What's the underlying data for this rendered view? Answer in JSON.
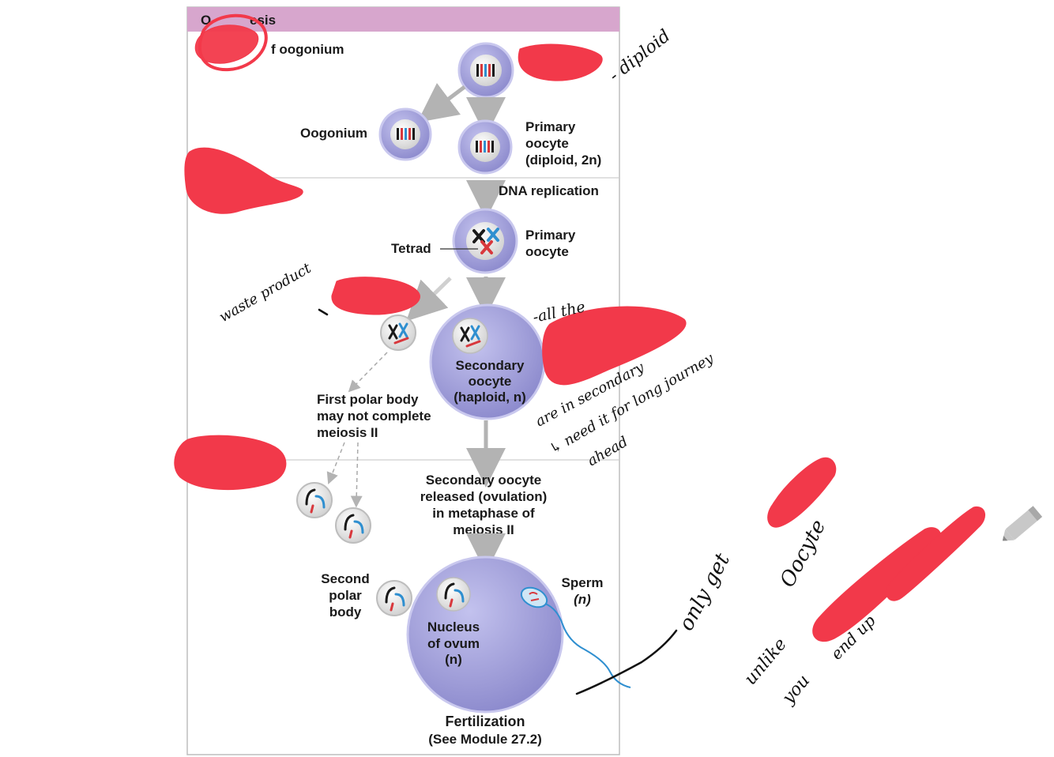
{
  "header": {
    "title_fragment": "esis",
    "title_prefix": "O"
  },
  "labels": {
    "oogonium_mitosis": "f oogonium",
    "oogonium": "Oogonium",
    "primary_oocyte_1": "Primary",
    "primary_oocyte_2": "oocyte",
    "primary_oocyte_3": "(diploid, 2n)",
    "dna_replication": "DNA replication",
    "tetrad": "Tetrad",
    "primary_oocyte_b1": "Primary",
    "primary_oocyte_b2": "oocyte",
    "secondary_oocyte_1": "Secondary",
    "secondary_oocyte_2": "oocyte",
    "secondary_oocyte_3": "(haploid, n)",
    "first_polar_1": "First polar body",
    "first_polar_2": "may not complete",
    "first_polar_3": "meiosis II",
    "released_1": "Secondary oocyte",
    "released_2": "released (ovulation)",
    "released_3": "in metaphase of",
    "released_4": "meiosis II",
    "second_polar_1": "Second",
    "second_polar_2": "polar",
    "second_polar_3": "body",
    "sperm_1": "Sperm",
    "sperm_2": "(n)",
    "nucleus_1": "Nucleus",
    "nucleus_2": "of ovum",
    "nucleus_3": "(n)",
    "fertilization": "Fertilization",
    "see_module": "(See Module 27.2)"
  },
  "handwriting": {
    "diploid": "- diploid",
    "waste_product": "waste product",
    "all_the": "-all the",
    "are_in_secondary": "are in secondary",
    "need_it": "↳ need it for long journey",
    "ahead": "ahead",
    "only_get": "only get",
    "oocyte": "Oocyte",
    "unlike": "unlike",
    "you": "you",
    "end_up": "end up"
  },
  "colors": {
    "header_band": "#d7a6cd",
    "cell_fill": "#9c9ad6",
    "cell_edge": "#c9c8ee",
    "nucleus_fill": "#e6e6e6",
    "redaction": "#f2394a",
    "chrom_red": "#d8383d",
    "chrom_blue": "#2f8fd0",
    "chrom_black": "#1a1a1a",
    "arrow_gray": "#b3b3b3"
  },
  "icons": {
    "pen_tool": "pencil-icon"
  }
}
